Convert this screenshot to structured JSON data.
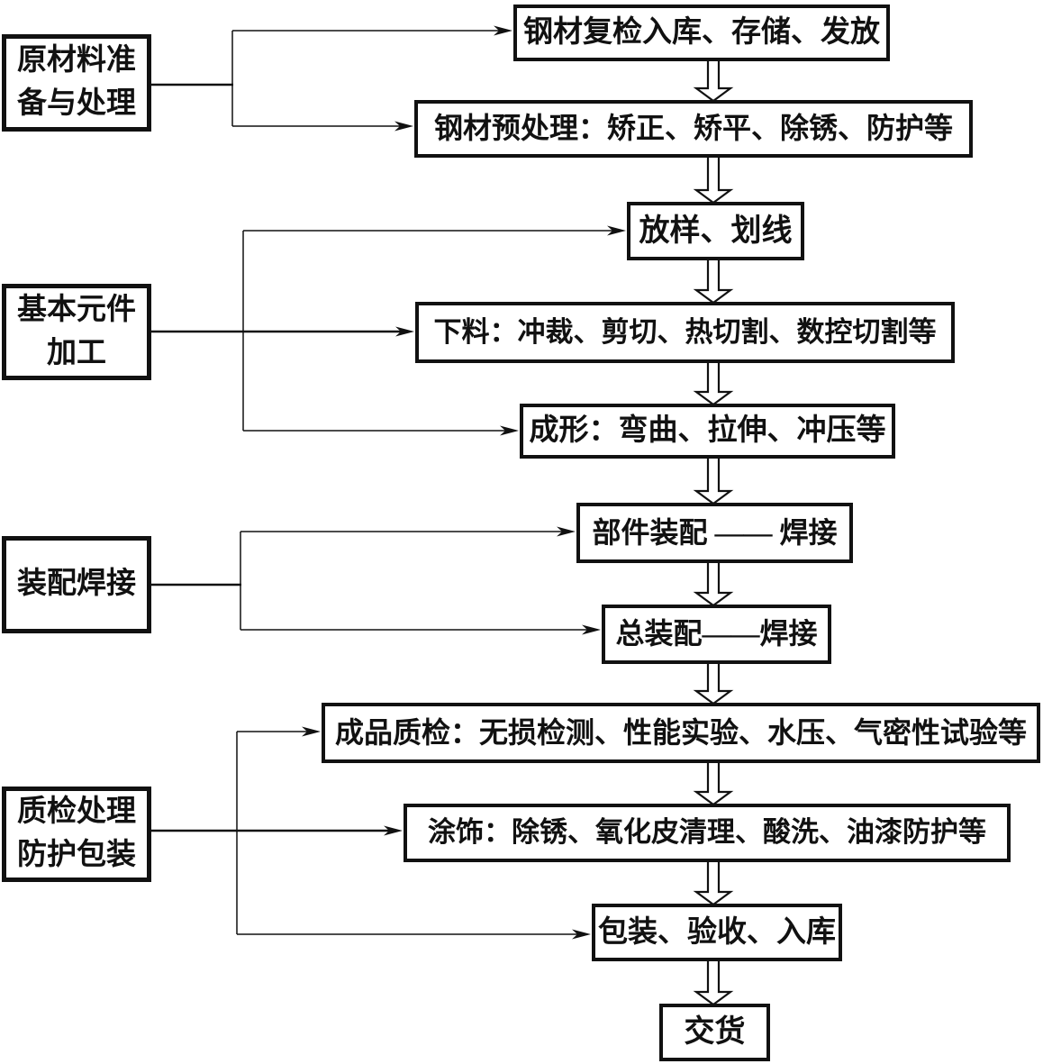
{
  "diagram": {
    "type": "flowchart",
    "language": "zh-CN",
    "colors": {
      "background": "#ffffff",
      "line": "#111111",
      "box_border": "#111111",
      "text": "#111111"
    },
    "stages": [
      {
        "id": "stage-1",
        "label": "原材料准备与处理",
        "label_lines": [
          "原材料准",
          "备与处理"
        ]
      },
      {
        "id": "stage-2",
        "label": "基本元件加工",
        "label_lines": [
          "基本元件",
          "加工"
        ]
      },
      {
        "id": "stage-3",
        "label": "装配焊接",
        "label_lines": [
          "装配焊接"
        ]
      },
      {
        "id": "stage-4",
        "label": "质检处理防护包装",
        "label_lines": [
          "质检处理",
          "防护包装"
        ]
      }
    ],
    "processes": [
      {
        "id": "process-1",
        "label": "钢材复检入库、存储、发放"
      },
      {
        "id": "process-2",
        "label": "钢材预处理：矫正、矫平、除锈、防护等"
      },
      {
        "id": "process-3",
        "label": "放样、划线"
      },
      {
        "id": "process-4",
        "label": "下料：冲裁、剪切、热切割、数控切割等"
      },
      {
        "id": "process-5",
        "label": "成形：弯曲、拉伸、冲压等"
      },
      {
        "id": "process-6",
        "label": "部件装配 —— 焊接"
      },
      {
        "id": "process-7",
        "label": "总装配——焊接"
      },
      {
        "id": "process-8",
        "label": "成品质检：无损检测、性能实验、水压、气密性试验等"
      },
      {
        "id": "process-9",
        "label": "涂饰：除锈、氧化皮清理、酸洗、油漆防护等"
      },
      {
        "id": "process-10",
        "label": "包装、验收、入库"
      },
      {
        "id": "process-11",
        "label": "交货"
      }
    ],
    "edges": [
      {
        "from": "stage-1",
        "to": [
          "process-1",
          "process-2"
        ]
      },
      {
        "from": "stage-2",
        "to": [
          "process-3",
          "process-4",
          "process-5"
        ]
      },
      {
        "from": "stage-3",
        "to": [
          "process-6",
          "process-7"
        ]
      },
      {
        "from": "stage-4",
        "to": [
          "process-8",
          "process-9",
          "process-10"
        ]
      },
      {
        "chain": [
          "process-1",
          "process-2",
          "process-3",
          "process-4",
          "process-5",
          "process-6",
          "process-7",
          "process-8",
          "process-9",
          "process-10",
          "process-11"
        ]
      }
    ]
  }
}
